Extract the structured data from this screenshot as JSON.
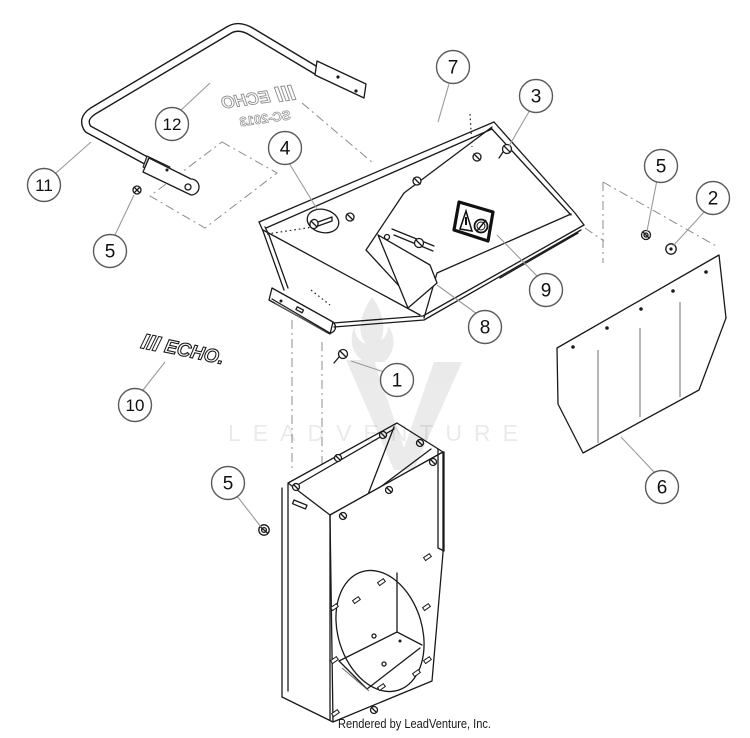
{
  "attribution": "Rendered by LeadVenture, Inc.",
  "watermark": {
    "text": "LEADVENTURE",
    "logo": "leadventure-flame-v"
  },
  "decals": {
    "handle_decal_mirrored": {
      "brand": "ECHO",
      "model": "SC-2013",
      "note": "shown mirrored (viewed from back)"
    },
    "side_decal": {
      "brand": "ECHO."
    }
  },
  "colors": {
    "line": "#1a1a1a",
    "leader": "#9a9a9a",
    "phantom": "#8c8c8c",
    "watermark": "#000000",
    "decal_gray": "#8f8f8f",
    "clamp_gray": "#b9b9b9"
  },
  "callouts": [
    {
      "number": "1"
    },
    {
      "number": "2"
    },
    {
      "number": "3"
    },
    {
      "number": "4"
    },
    {
      "number": "5"
    },
    {
      "number": "5"
    },
    {
      "number": "5"
    },
    {
      "number": "6"
    },
    {
      "number": "7"
    },
    {
      "number": "8"
    },
    {
      "number": "9"
    },
    {
      "number": "10"
    },
    {
      "number": "11"
    },
    {
      "number": "12"
    }
  ]
}
